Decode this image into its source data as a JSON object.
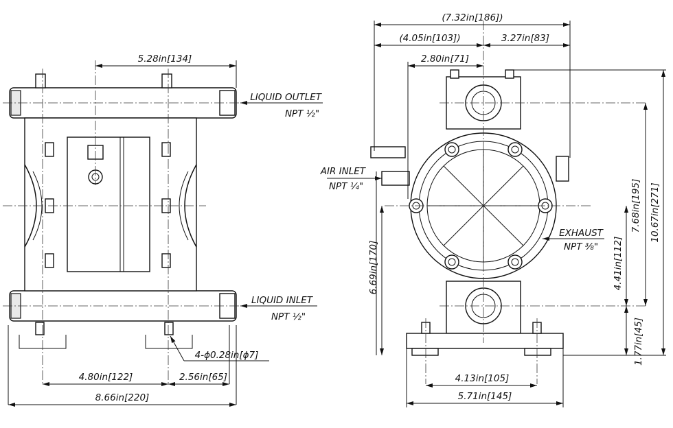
{
  "front_view": {
    "dim_top": "5.28in[134]",
    "liquid_outlet": "LIQUID OUTLET",
    "outlet_npt": "NPT ½\"",
    "liquid_inlet": "LIQUID INLET",
    "inlet_npt": "NPT ½\"",
    "holes": "4-ϕ0.28in[ϕ7]",
    "dim_mid": "4.80in[122]",
    "dim_mid_right": "2.56in[65]",
    "dim_bottom": "8.66in[220]"
  },
  "side_view": {
    "dim_overall_width": "(7.32in[186])",
    "dim_left_width": "(4.05in[103])",
    "dim_right_width": "3.27in[83]",
    "dim_air_offset": "2.80in[71]",
    "air_inlet": "AIR INLET",
    "air_npt": "NPT ¼\"",
    "exhaust": "EXHAUST",
    "exhaust_npt": "NPT ⅜\"",
    "dim_left_height": "6.69in[170]",
    "dim_height_195": "7.68in[195]",
    "dim_height_271": "10.67in[271]",
    "dim_height_112": "4.41in[112]",
    "dim_height_45": "1.77in[45]",
    "dim_base_inner": "4.13in[105]",
    "dim_base_outer": "5.71in[145]"
  }
}
